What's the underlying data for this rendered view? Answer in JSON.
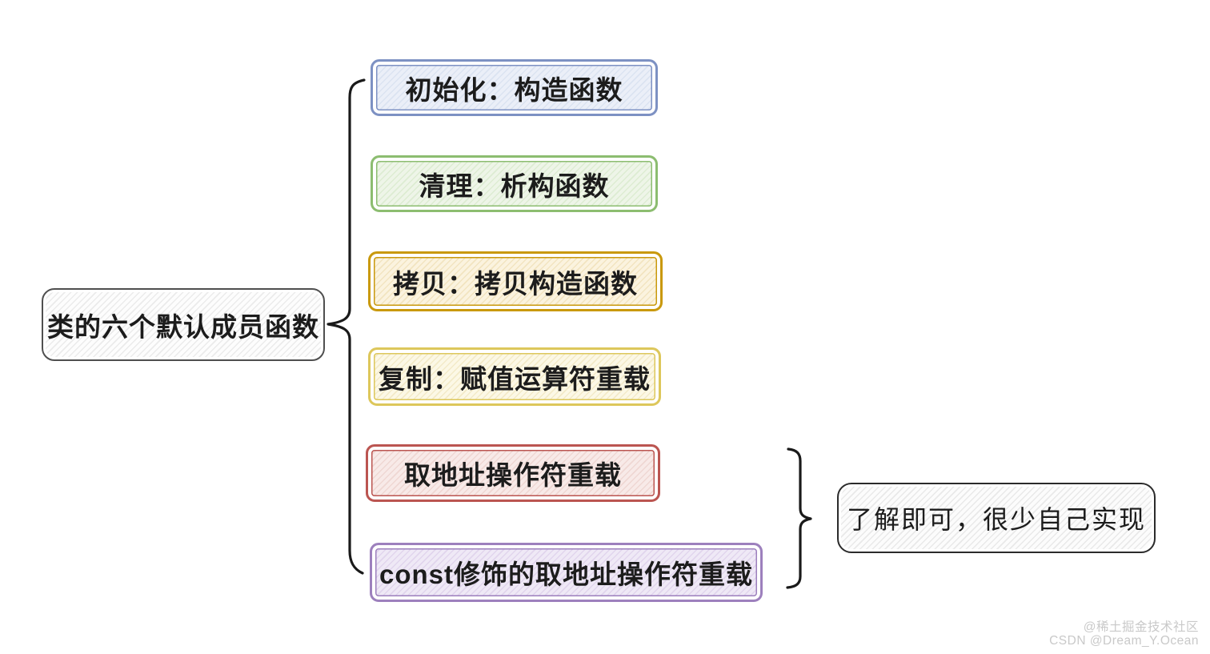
{
  "canvas": {
    "background": "#ffffff",
    "text_color": "#1c1c1c"
  },
  "root": {
    "label": "类的六个默认成员函数",
    "border": "#4f4f4f",
    "fill": "#fdfdfd",
    "hatch": "#ebebeb"
  },
  "branches": [
    {
      "label": "初始化：构造函数",
      "border": "#7d91c3",
      "fill": "#ebeff8",
      "hatch": "#dbe3f1"
    },
    {
      "label": "清理：析构函数",
      "border": "#8cbd70",
      "fill": "#eef5e8",
      "hatch": "#ddecd2"
    },
    {
      "label": "拷贝：拷贝构造函数",
      "border": "#c9990d",
      "fill": "#fbf3df",
      "hatch": "#f2e4c0"
    },
    {
      "label": "复制：赋值运算符重载",
      "border": "#ddc75b",
      "fill": "#fcf8e6",
      "hatch": "#f3eac8"
    },
    {
      "label": "取地址操作符重载",
      "border": "#bb5551",
      "fill": "#f8eae8",
      "hatch": "#efd7d3"
    },
    {
      "label": "const修饰的取地址操作符重载",
      "border": "#9d80bd",
      "fill": "#efe9f6",
      "hatch": "#e1d5ed"
    }
  ],
  "note": {
    "label": "了解即可，很少自己实现",
    "border": "#2b2b2b",
    "fill": "#fcfcfc",
    "hatch": "#e9e9e9"
  },
  "braces": {
    "color": "#1a1a1a"
  },
  "watermark": {
    "line1": "@稀土掘金技术社区",
    "line2": "CSDN @Dream_Y.Ocean",
    "color": "#c9c9c9"
  }
}
